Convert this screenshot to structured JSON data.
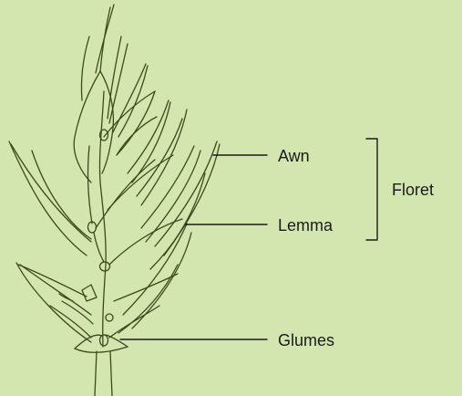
{
  "labels": {
    "awn": "Awn",
    "lemma": "Lemma",
    "glumes": "Glumes",
    "floret": "Floret"
  },
  "colors": {
    "background": "#d4e6b0",
    "stroke": "#3a4a1a",
    "text": "#1b1b1b"
  }
}
